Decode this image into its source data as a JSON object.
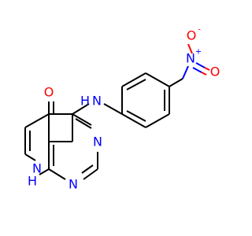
{
  "molecule": {
    "atoms": {
      "nitro_o_top": "O",
      "nitro_o_top_charge": "-",
      "nitro_n": "N",
      "nitro_n_charge": "+",
      "nitro_o_bottom": "O",
      "amine_n": "N",
      "amine_h": "H",
      "ketone_o": "O",
      "ring_n3": "N",
      "ring_n1": "N",
      "ring_nh_n": "N",
      "ring_nh_h": "H"
    },
    "colors": {
      "carbon_bond": "#000000",
      "oxygen": "#ff0000",
      "nitrogen": "#0000ff"
    }
  }
}
